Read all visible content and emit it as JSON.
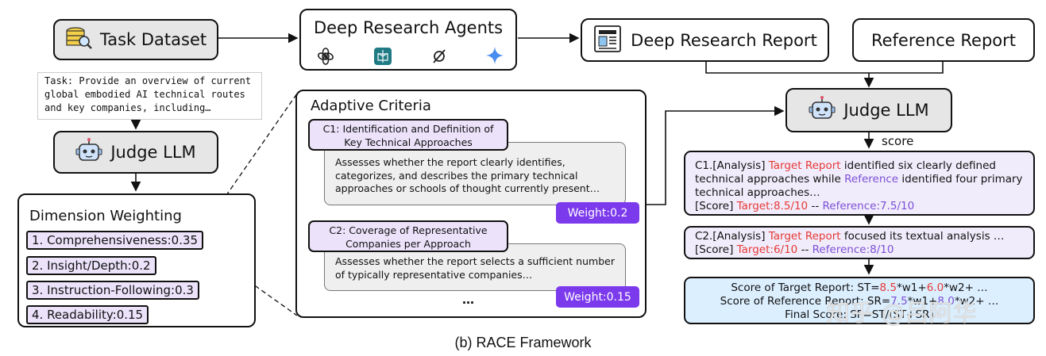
{
  "top": {
    "task_dataset": "Task Dataset",
    "deep_research_agents": "Deep Research Agents",
    "deep_research_report": "Deep Research Report",
    "reference_report": "Reference Report"
  },
  "task_text": "Task: Provide an overview of current global embodied AI technical routes and key companies, including…",
  "judge_llm_left": "Judge LLM",
  "judge_llm_right": "Judge LLM",
  "score_label": "score",
  "dimension_weighting": {
    "title": "Dimension Weighting",
    "items": [
      "1. Comprehensiveness:0.35",
      "2. Insight/Depth:0.2",
      "3. Instruction-Following:0.3",
      "4. Readability:0.15"
    ]
  },
  "adaptive_criteria": {
    "title": "Adaptive Criteria",
    "c1": {
      "title": "C1: Identification and Definition of Key Technical Approaches",
      "desc": "Assesses whether the report clearly identifies, categorizes, and describes the primary technical approaches or schools of thought currently present…",
      "weight": "Weight:0.2"
    },
    "c2": {
      "title": "C2: Coverage of Representative Companies per Approach",
      "desc": "Assesses whether the report selects a sufficient number of typically representative companies…",
      "weight": "Weight:0.15"
    },
    "ellipsis": "…"
  },
  "analysis1": {
    "prefix": "C1.[Analysis] ",
    "target": "Target Report",
    "mid1": " identified six clearly defined technical approaches while ",
    "reference": "Reference",
    "mid2": " identified four primary technical approaches…",
    "score_prefix": "[Score] ",
    "target_score": "Target:8.5/10",
    "sep": " -- ",
    "ref_score": "Reference:7.5/10"
  },
  "analysis2": {
    "prefix": "C2.[Analysis] ",
    "target": "Target Report",
    "mid1": " focused its textual analysis …",
    "score_prefix": "[Score] ",
    "target_score": "Target:6/10",
    "sep": " -- ",
    "ref_score": "Reference:8/10"
  },
  "final": {
    "l1_prefix": "Score of Target Report: ST=",
    "l1_v1": "8.5",
    "l1_mid": "*w1+",
    "l1_v2": "6.0",
    "l1_suffix": "*w2+ …",
    "l2_prefix": "Score of Reference Report: SR=",
    "l2_v1": "7.5",
    "l2_mid": "*w1+",
    "l2_v2": "8.0",
    "l2_suffix": "*w2+ …",
    "l3": "Final Score: SF=ST/(ST+SR)"
  },
  "watermark": "知乎 @吕阿华",
  "caption": "(b) RACE Framework",
  "colors": {
    "purple_accent": "#7c3aed",
    "red": "#e53935",
    "violet_text": "#7b4fd6"
  }
}
